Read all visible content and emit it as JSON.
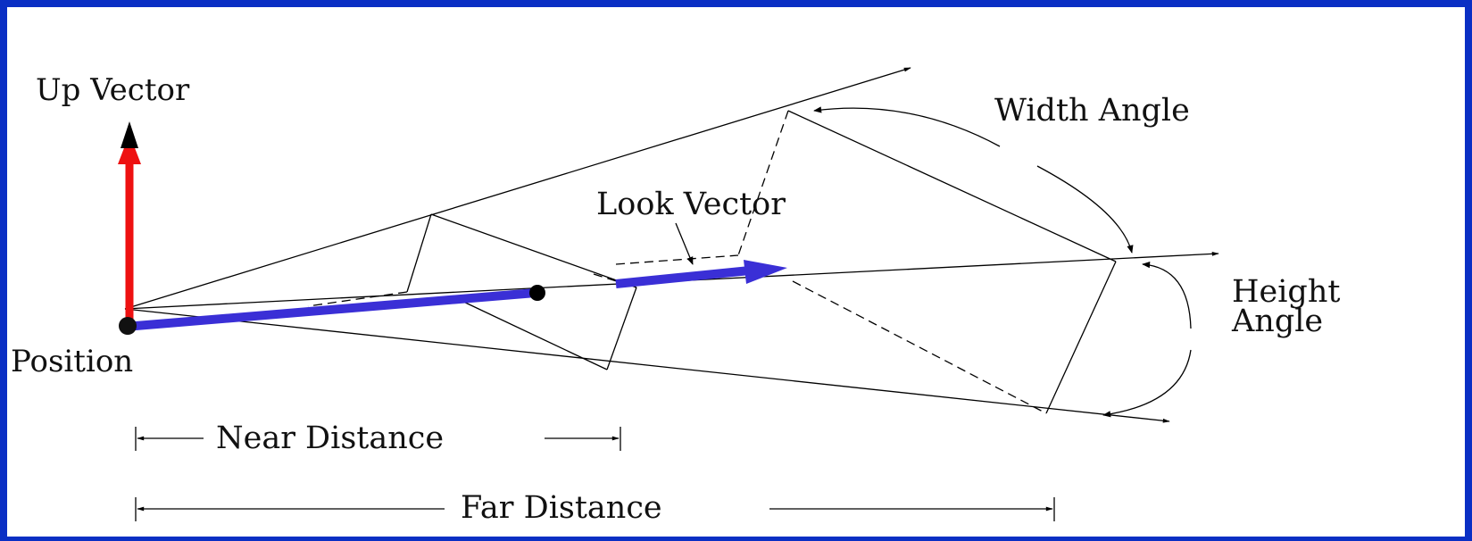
{
  "labels": {
    "up_vector": "Up Vector",
    "width_angle": "Width Angle",
    "look_vector": "Look Vector",
    "height": "Height",
    "angle": "Angle",
    "position": "Position",
    "near_distance": "Near Distance",
    "far_distance": "Far Distance"
  },
  "colors": {
    "frame": "#0a2fc4",
    "background": "#ffffff",
    "up_vector": "#ee1111",
    "look_vector": "#3a2fd6",
    "lines": "#000000"
  }
}
